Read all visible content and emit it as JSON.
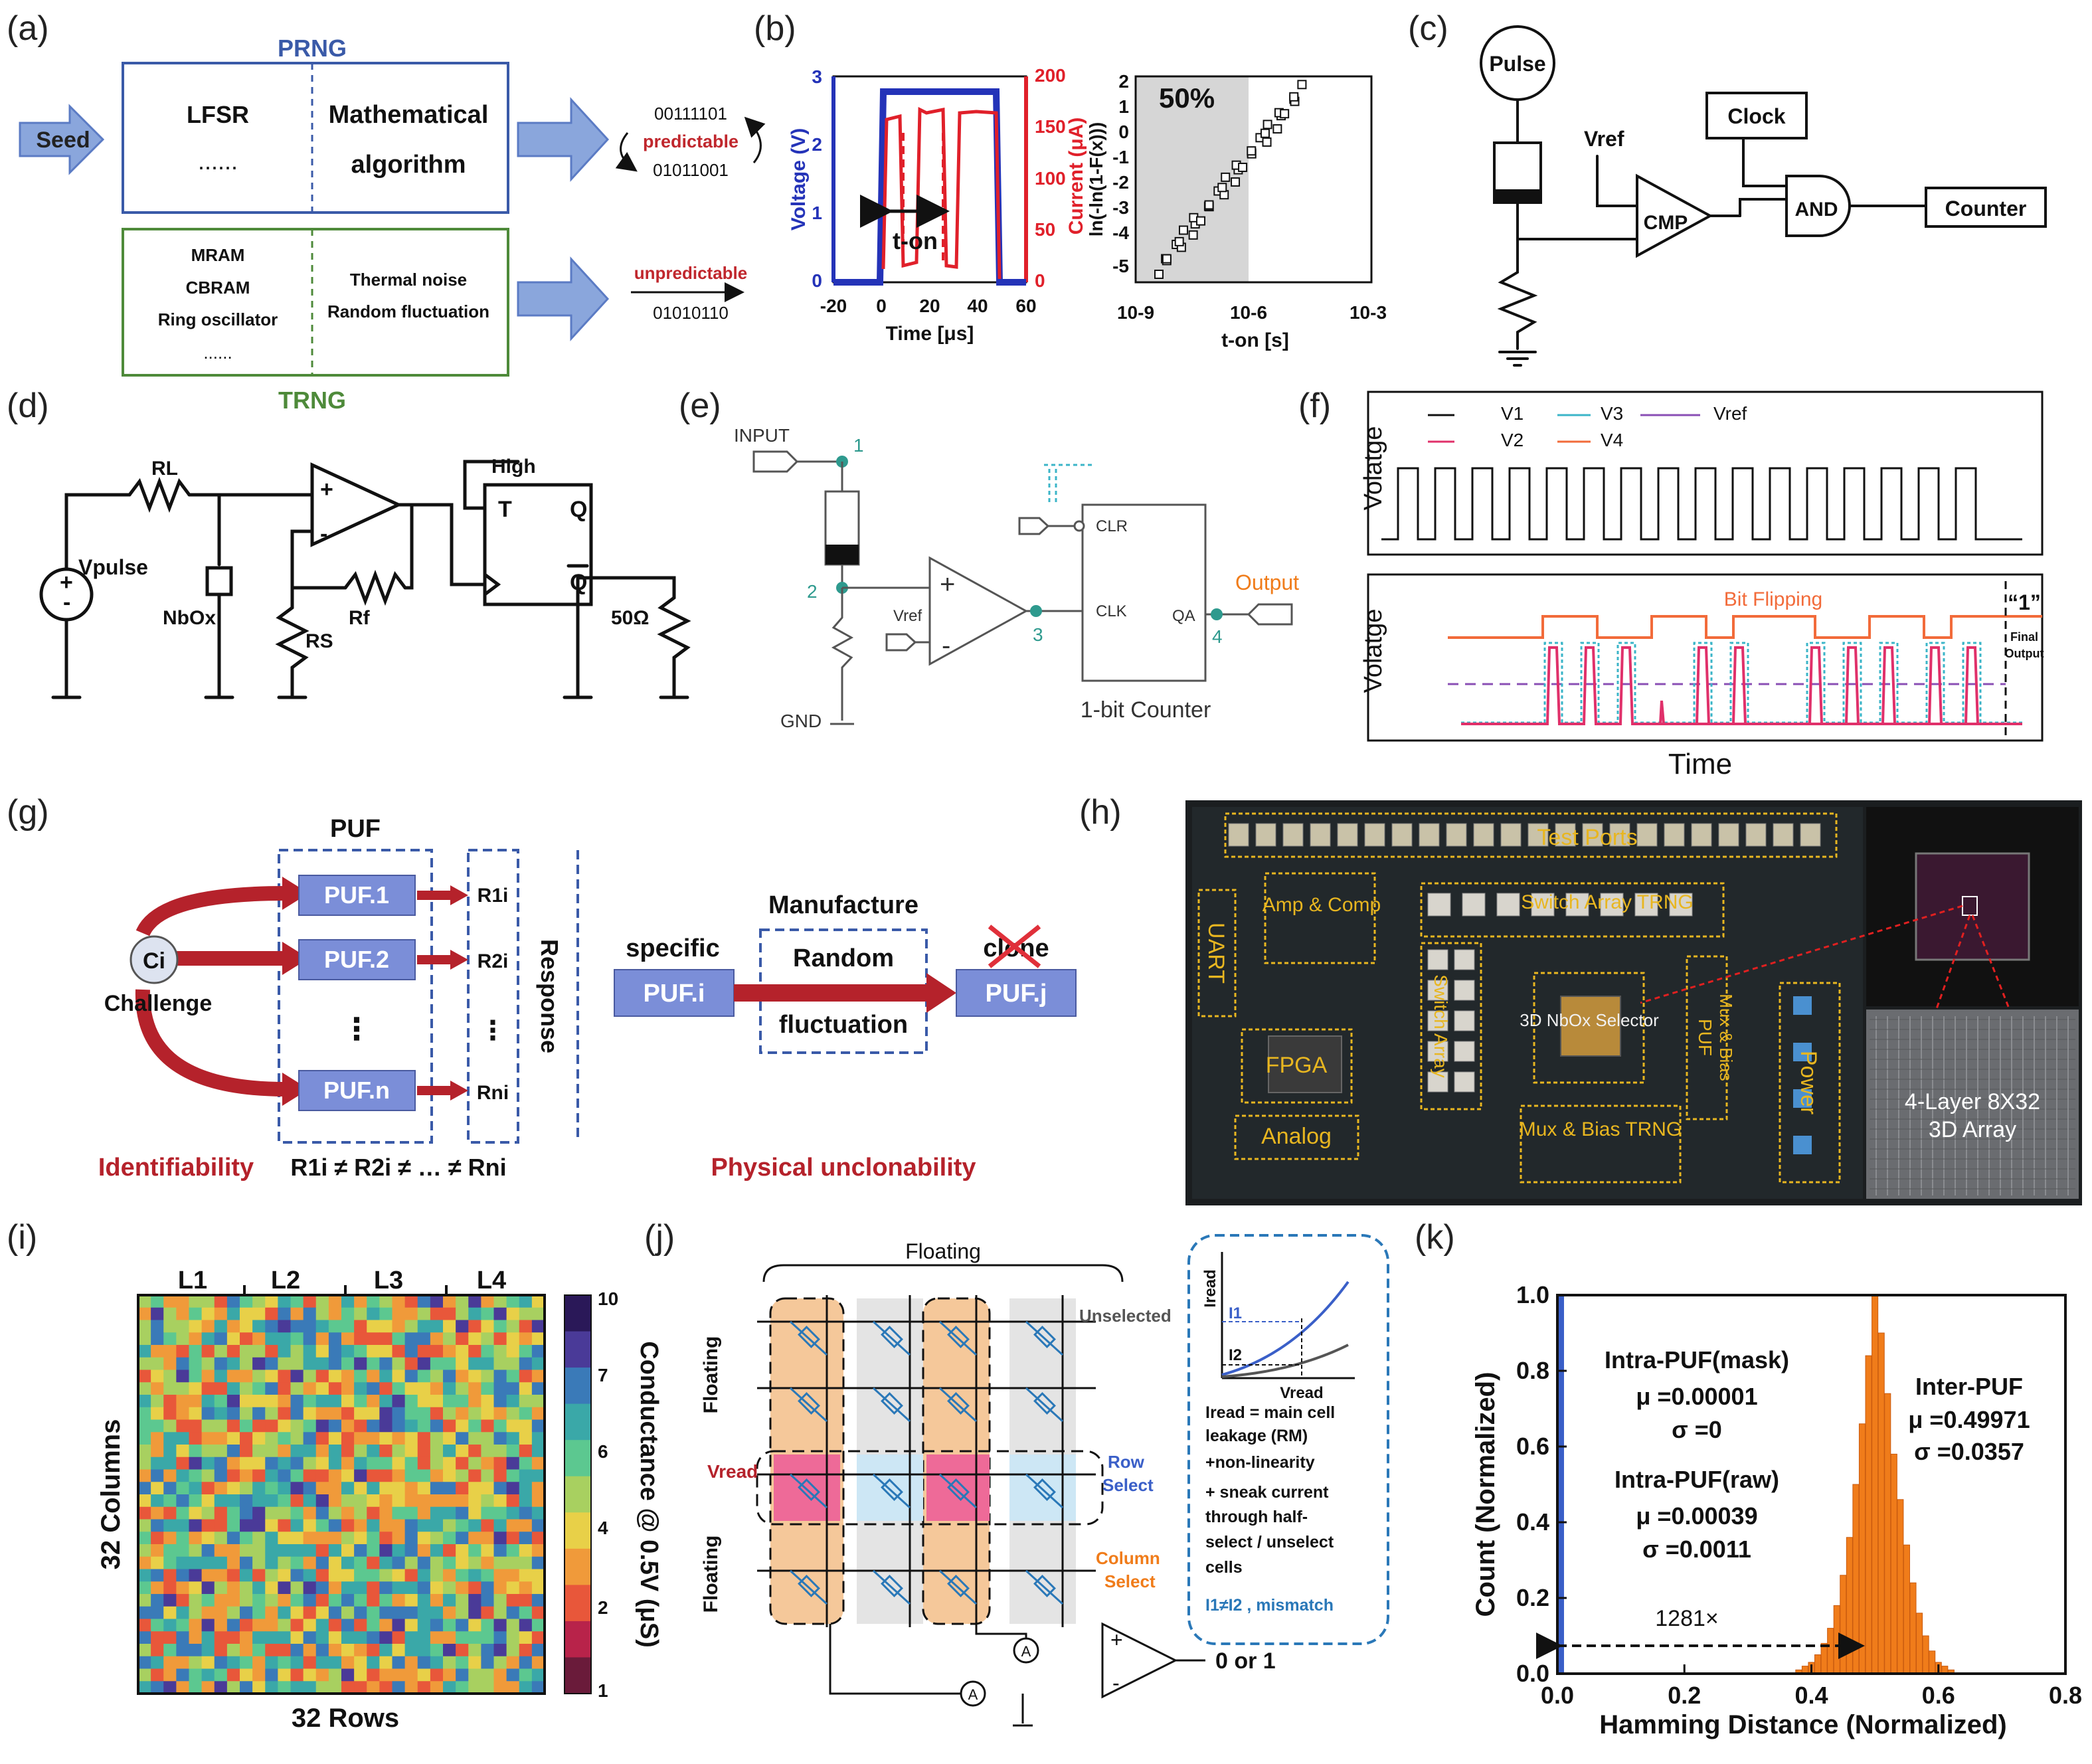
{
  "panels": {
    "a": "(a)",
    "b": "(b)",
    "c": "(c)",
    "d": "(d)",
    "e": "(e)",
    "f": "(f)",
    "g": "(g)",
    "h": "(h)",
    "i": "(i)",
    "j": "(j)",
    "k": "(k)"
  },
  "a": {
    "seed": "Seed",
    "prng_title": "PRNG",
    "lfsr": "LFSR",
    "dots": "......",
    "math1": "Mathematical",
    "math2": "algorithm",
    "bits_top": "00111101",
    "predictable": "predictable",
    "bits_bottom": "01011001",
    "trng_items": [
      "MRAM",
      "CBRAM",
      "Ring oscillator",
      "......"
    ],
    "noise1": "Thermal noise",
    "noise2": "Random fluctuation",
    "unpredictable": "unpredictable",
    "bits_trng": "01010110",
    "trng_title": "TRNG",
    "colors": {
      "prng": "#3a5aa8",
      "trng": "#4e8a3a",
      "red": "#c0272d",
      "arrow": "#8aa6dc"
    }
  },
  "b": {
    "ylabel_left": "Voltage (V)",
    "ylabel_right": "Current (μA)",
    "xlabel": "Time [μs]",
    "ton": "t-on",
    "left_yticks": [
      "0",
      "1",
      "2",
      "3"
    ],
    "right_yticks": [
      "0",
      "50",
      "100",
      "150",
      "200"
    ],
    "xticks": [
      "-20",
      "0",
      "20",
      "40",
      "60"
    ],
    "weibull_ylabel": "ln(-ln(1-F(x)))",
    "weibull_yticks": [
      "2",
      "1",
      "0",
      "-1",
      "-2",
      "-3",
      "-4",
      "-5"
    ],
    "weibull_pct": "50%",
    "weibull_xlabel": "t-on [s]",
    "weibull_xticks": [
      "10-9",
      "10-6",
      "10-3"
    ]
  },
  "c": {
    "pulse": "Pulse",
    "vref": "Vref",
    "cmp": "CMP",
    "clock": "Clock",
    "and": "AND",
    "counter": "Counter"
  },
  "d": {
    "rl": "RL",
    "vpulse": "Vpulse",
    "nbox": "NbOx",
    "rs": "RS",
    "rf": "Rf",
    "high": "High",
    "t": "T",
    "q": "Q",
    "qbar": "Q",
    "r50": "50Ω",
    "plus": "+",
    "minus": "-"
  },
  "e": {
    "input": "INPUT",
    "n1": "1",
    "n2": "2",
    "n3": "3",
    "n4": "4",
    "vref": "Vref",
    "gnd": "GND",
    "clr": "CLR",
    "clk": "CLK",
    "qa": "QA",
    "output": "Output",
    "counter": "1-bit Counter"
  },
  "f": {
    "ylabel": "Volatge",
    "legend": [
      "V1",
      "V2",
      "V3",
      "V4",
      "Vref"
    ],
    "legend_colors": [
      "#111111",
      "#e0306a",
      "#3bb5c8",
      "#f26b3a",
      "#8a4fb5"
    ],
    "bit_flipping": "Bit Flipping",
    "one": "“1”",
    "final1": "Final",
    "final2": "Output",
    "xlabel": "Time"
  },
  "g": {
    "puf": "PUF",
    "ci": "Ci",
    "challenge": "Challenge",
    "pufs": [
      "PUF.1",
      "PUF.2",
      "⋮",
      "PUF.n"
    ],
    "responses": [
      "R1i",
      "R2i",
      "⋮",
      "Rni"
    ],
    "response_label": "Response",
    "identifiability": "Identifiability",
    "inequality": "R1i ≠ R2i ≠ … ≠ Rni",
    "manufacture": "Manufacture",
    "specific": "specific",
    "pufi": "PUF.i",
    "random": "Random",
    "fluctuation": "fluctuation",
    "clone": "clone",
    "pufj": "PUF.j",
    "unclonability": "Physical unclonability"
  },
  "h": {
    "labels": [
      "Test Ports",
      "UART",
      "Amp & Comp",
      "Switch Array TRNG",
      "Switch Array",
      "FPGA",
      "3D NbOx Selector",
      "PUF",
      "Mux & Bias",
      "Mux & Bias TRNG",
      "Analog",
      "Power"
    ],
    "array": "4-Layer 8X32 3D Array"
  },
  "i": {
    "layers": [
      "L1",
      "L2",
      "L3",
      "L4"
    ],
    "ylabel": "32 Columns",
    "xlabel": "32 Rows",
    "cbar_label": "Conductance @ 0.5V (μS)",
    "cbar_ticks": [
      "10",
      "7",
      "6",
      "4",
      "2",
      "1"
    ]
  },
  "j": {
    "floating_top": "Floating",
    "floating_left1": "Floating",
    "floating_left2": "Floating",
    "vread": "Vread",
    "unselected": "Unselected",
    "row_select": "Row Select",
    "column_select": "Column Select",
    "out": "0 or 1",
    "inset_y": "Iread",
    "inset_x": "Vread",
    "i1": "I1",
    "i2": "I2",
    "notes": [
      "Iread = main cell",
      "leakage (RM)",
      "+non-linearity",
      "+ sneak current",
      "through half-",
      "select / unselect",
      "cells",
      "I1≠I2 , mismatch"
    ]
  },
  "chart_data": {
    "type": "bar",
    "xlabel": "Hamming Distance (Normalized)",
    "ylabel": "Count (Normalized)",
    "xlim": [
      0.0,
      0.8
    ],
    "ylim": [
      0.0,
      1.0
    ],
    "xticks": [
      "0.0",
      "0.2",
      "0.4",
      "0.6",
      "0.8"
    ],
    "yticks": [
      "0.0",
      "0.2",
      "0.4",
      "0.6",
      "0.8",
      "1.0"
    ],
    "series": [
      {
        "name": "Intra-PUF",
        "color": "#3a5fc8",
        "x": [
          0.0
        ],
        "values": [
          1.0
        ]
      },
      {
        "name": "Inter-PUF",
        "color": "#f07c1a",
        "x": [
          0.38,
          0.39,
          0.4,
          0.41,
          0.42,
          0.43,
          0.44,
          0.45,
          0.46,
          0.47,
          0.48,
          0.49,
          0.5,
          0.51,
          0.52,
          0.53,
          0.54,
          0.55,
          0.56,
          0.57,
          0.58,
          0.59,
          0.6,
          0.61,
          0.62
        ],
        "values": [
          0.01,
          0.02,
          0.03,
          0.05,
          0.08,
          0.12,
          0.18,
          0.26,
          0.36,
          0.5,
          0.66,
          0.84,
          1.0,
          0.9,
          0.74,
          0.58,
          0.46,
          0.34,
          0.24,
          0.16,
          0.1,
          0.06,
          0.03,
          0.02,
          0.01
        ]
      }
    ],
    "annotations": {
      "intra_mask": [
        "Intra-PUF(mask)",
        "μ =0.00001",
        "σ =0"
      ],
      "intra_raw": [
        "Intra-PUF(raw)",
        "μ =0.00039",
        "σ =0.0011"
      ],
      "inter": [
        "Inter-PUF",
        "μ =0.49971",
        "σ =0.0357"
      ],
      "ratio": "1281×"
    }
  }
}
